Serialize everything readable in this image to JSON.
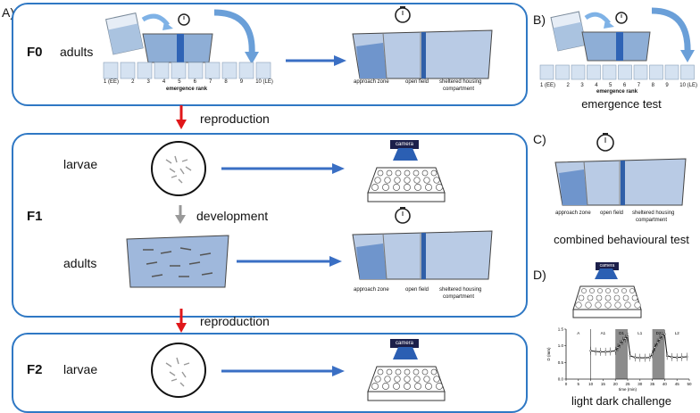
{
  "panel_letters": {
    "a": "A)",
    "b": "B)",
    "c": "C)",
    "d": "D)"
  },
  "generations": {
    "f0": "F0",
    "f1": "F1",
    "f2": "F2"
  },
  "stages": {
    "adults": "adults",
    "larvae": "larvae"
  },
  "transitions": {
    "reproduction": "reproduction",
    "development": "development"
  },
  "zones": {
    "approach": "approach zone",
    "open_field": "open field",
    "sheltered": "sheltered housing",
    "sheltered2": "compartment"
  },
  "camera_label": "camera",
  "emergence": {
    "ranks": [
      "1 (EE)",
      "2",
      "3",
      "4",
      "5",
      "6",
      "7",
      "8",
      "9",
      "10 (LE)"
    ],
    "axis": "emergence rank"
  },
  "captions": {
    "b": "emergence test",
    "c": "combined behavioural test",
    "d": "light dark challenge"
  },
  "chart_data": {
    "type": "line",
    "xlabel": "time (min)",
    "ylabel": "D (mm)",
    "xlim": [
      0,
      50
    ],
    "ylim": [
      0,
      1.5
    ],
    "x_ticks": [
      "0",
      "5",
      "10",
      "15",
      "20",
      "25",
      "30",
      "35",
      "40",
      "45",
      "50"
    ],
    "y_ticks": [
      "0.0",
      "0.5",
      "1.0",
      "1.5"
    ],
    "phases": [
      "A",
      "A1",
      "D1",
      "L1",
      "D2",
      "L2"
    ],
    "dark_periods": [
      [
        20,
        25
      ],
      [
        35,
        40
      ]
    ],
    "series": [
      {
        "x": [
          10,
          12,
          14,
          16,
          18,
          20,
          21,
          22,
          23,
          24,
          25,
          26,
          28,
          30,
          32,
          34,
          35,
          36,
          37,
          38,
          39,
          40,
          41,
          43,
          45,
          47,
          49
        ],
        "y": [
          0.85,
          0.83,
          0.82,
          0.82,
          0.83,
          0.85,
          0.95,
          1.05,
          1.15,
          1.22,
          1.28,
          0.7,
          0.65,
          0.64,
          0.64,
          0.65,
          0.75,
          0.95,
          1.1,
          1.2,
          1.3,
          1.35,
          0.7,
          0.66,
          0.65,
          0.66,
          0.67
        ]
      }
    ]
  },
  "colors": {
    "border": "#2f78c4",
    "arrow_blue": "#3a6fc4",
    "arrow_red": "#e0171a",
    "water": "#9fb8dc"
  }
}
